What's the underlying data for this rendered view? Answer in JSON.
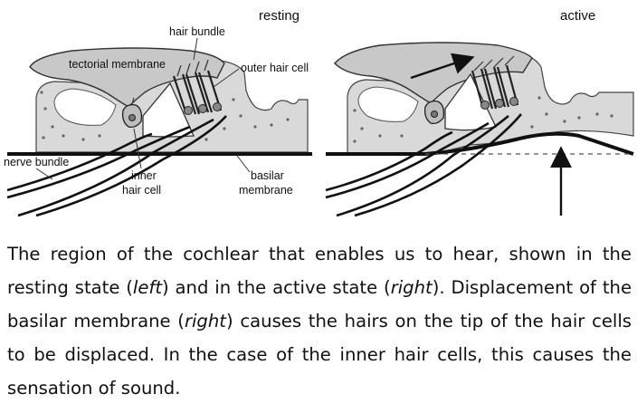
{
  "figure": {
    "left_panel": {
      "state_label": "resting",
      "labels": {
        "hair_bundle": "hair bundle",
        "tectorial_membrane": "tectorial membrane",
        "outer_hair_cell": "outer hair cell",
        "nerve_bundle": "nerve bundle",
        "inner_hair_cell_1": "inner",
        "inner_hair_cell_2": "hair cell",
        "basilar_membrane_1": "basilar",
        "basilar_membrane_2": "membrane"
      }
    },
    "right_panel": {
      "state_label": "active"
    }
  },
  "caption": {
    "part1": "The region of the cochlear that enables us to hear, shown in the resting state (",
    "left": "left",
    "part2": ") and in the active state (",
    "right1": "right",
    "part3": "). Displacement of the basilar membrane (",
    "right2": "right",
    "part4": ") causes the hairs on the tip of the hair cells to be displaced. In the case of the inner hair cells, this causes the sensation of sound."
  }
}
